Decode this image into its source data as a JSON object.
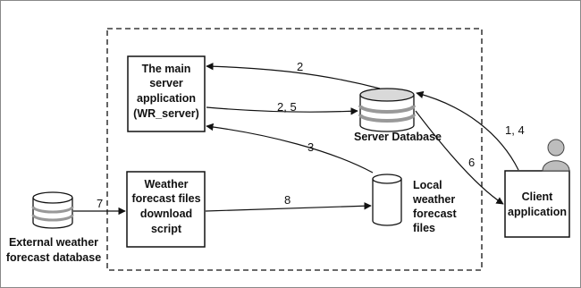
{
  "nodes": {
    "main_server": {
      "lines": [
        "The main",
        "server",
        "application",
        "(WR_server)"
      ]
    },
    "download_script": {
      "lines": [
        "Weather",
        "forecast files",
        "download",
        "script"
      ]
    },
    "client": {
      "lines": [
        "Client",
        "application"
      ]
    },
    "server_db": {
      "label": "Server Database"
    },
    "local_files": {
      "lines": [
        "Local",
        "weather",
        "forecast",
        "files"
      ]
    },
    "external_db": {
      "lines": [
        "External weather",
        "forecast database"
      ]
    }
  },
  "edges": {
    "e2_top": "2",
    "e25": "2, 5",
    "e3": "3",
    "e14": "1, 4",
    "e6": "6",
    "e7": "7",
    "e8": "8"
  },
  "colors": {
    "stroke": "#111111",
    "db_fill": "#ffffff",
    "db_band": "#d9d9d9",
    "user_icon": "#bdbdbd"
  }
}
